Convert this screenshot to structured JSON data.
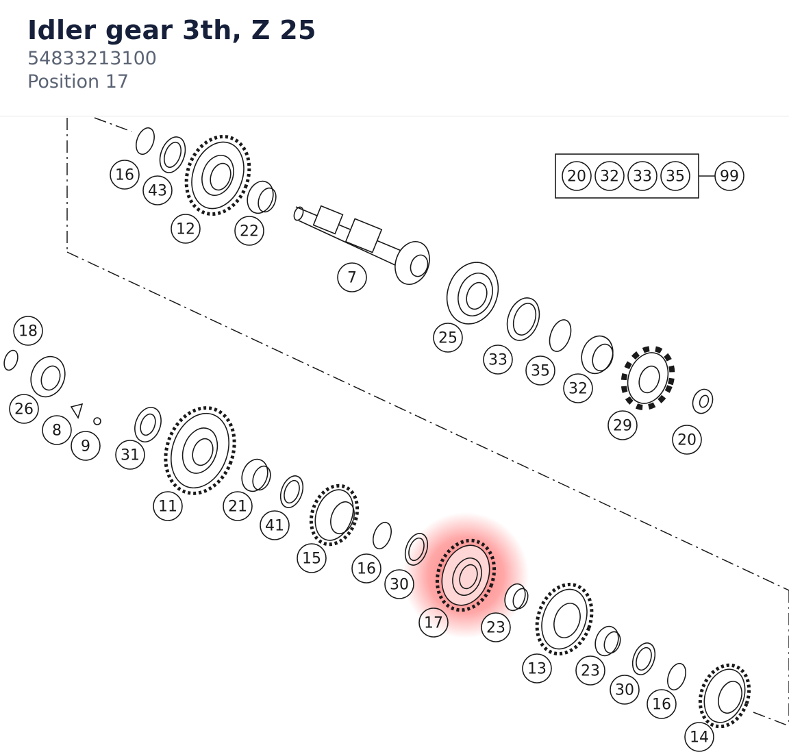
{
  "header": {
    "title": "Idler gear 3th, Z 25",
    "part_number": "54833213100",
    "position": "Position 17"
  },
  "highlight": {
    "position": "17",
    "color": "#ff3b3b"
  },
  "kit": {
    "members": [
      "20",
      "32",
      "33",
      "35"
    ],
    "result": "99"
  },
  "callouts": [
    "16",
    "43",
    "12",
    "22",
    "7",
    "25",
    "33",
    "35",
    "32",
    "29",
    "20",
    "18",
    "26",
    "8",
    "9",
    "31",
    "11",
    "21",
    "41",
    "15",
    "16",
    "30",
    "17",
    "23",
    "13",
    "23",
    "30",
    "16",
    "14"
  ]
}
